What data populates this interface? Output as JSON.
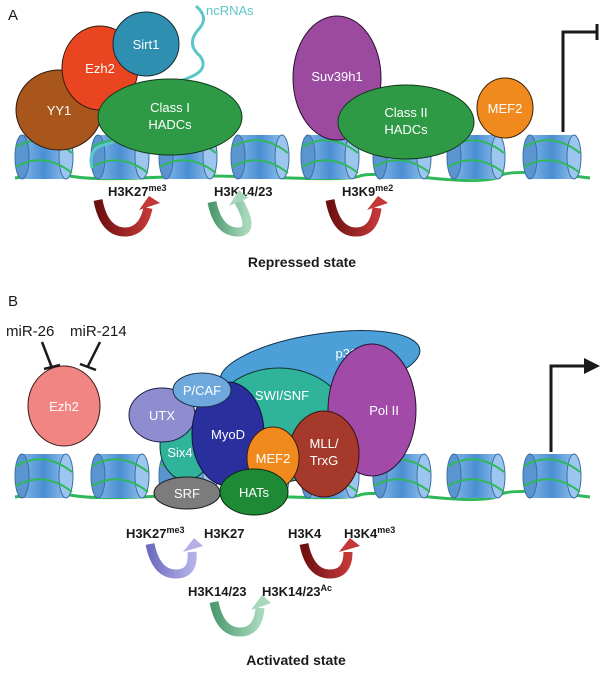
{
  "panels": {
    "a": {
      "label": "A",
      "state": "Repressed state",
      "ncrna": "ncRNAs",
      "proteins": {
        "sirt1": "Sirt1",
        "ezh2": "Ezh2",
        "yy1": "YY1",
        "class1_l1": "Class I",
        "class1_l2": "HADCs",
        "suv39h1": "Suv39h1",
        "class2_l1": "Class II",
        "class2_l2": "HADCs",
        "mef2": "MEF2"
      },
      "marks": {
        "k27_base": "H3K27",
        "k27_sup": "me3",
        "k14": "H3K14/23",
        "k9_base": "H3K9",
        "k9_sup": "me2"
      }
    },
    "b": {
      "label": "B",
      "state": "Activated state",
      "mirnas": {
        "mir26": "miR-26",
        "mir214": "miR-214"
      },
      "proteins": {
        "ezh2": "Ezh2",
        "p300": "p300",
        "pcaf": "P/CAF",
        "utx": "UTX",
        "swisnf": "SWI/SNF",
        "polii": "Pol II",
        "myod": "MyoD",
        "six4": "Six4",
        "mef2": "MEF2",
        "mll_l1": "MLL/",
        "mll_l2": "TrxG",
        "srf": "SRF",
        "hats": "HATs"
      },
      "marks": {
        "k27me3_base": "H3K27",
        "k27me3_sup": "me3",
        "k27": "H3K27",
        "k4": "H3K4",
        "k4me3_base": "H3K4",
        "k4me3_sup": "me3",
        "k14": "H3K14/23",
        "k14ac_base": "H3K14/23",
        "k14ac_sup": "Ac"
      }
    }
  },
  "colors": {
    "nucleosome": "#5b9bd5",
    "dna": "#2fb85a",
    "ncrna": "#5cc6c8",
    "red_arrow": "#8b1a1a",
    "green_arrow": "#6fae8a",
    "purple_arrow": "#8d8ad0"
  }
}
